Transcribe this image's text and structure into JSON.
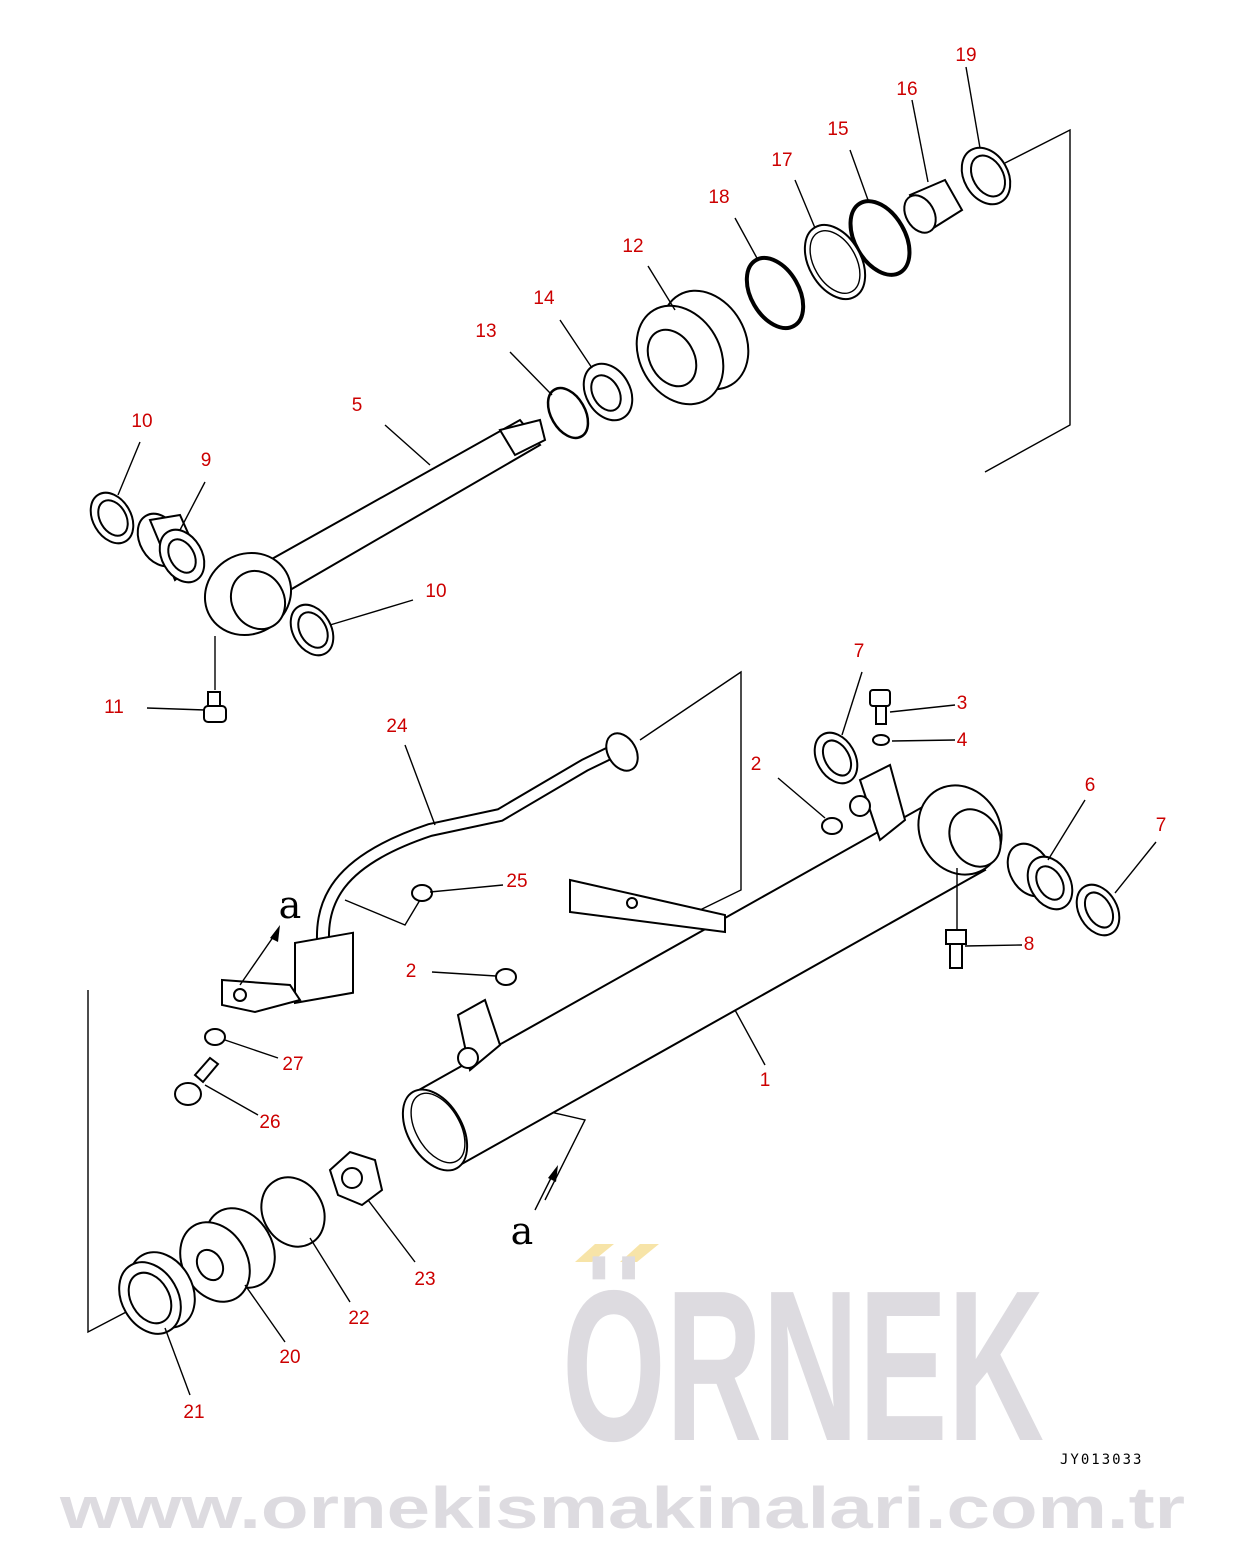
{
  "diagram": {
    "type": "exploded parts diagram",
    "drawing_code": "JY013033",
    "view_marker": "a",
    "labels": [
      "19",
      "16",
      "15",
      "17",
      "18",
      "12",
      "14",
      "13",
      "5",
      "10",
      "9",
      "10",
      "11",
      "24",
      "7",
      "3",
      "4",
      "2",
      "6",
      "7",
      "25",
      "8",
      "2",
      "27",
      "1",
      "26",
      "23",
      "22",
      "20",
      "21"
    ]
  },
  "watermark": {
    "brand": "ÖRNEK",
    "url": "www.ornekismakinalari.com.tr",
    "color": "#d2d0d6",
    "accent": "#f5dc8c"
  },
  "colors": {
    "label": "#cc0000",
    "line": "#000000"
  }
}
